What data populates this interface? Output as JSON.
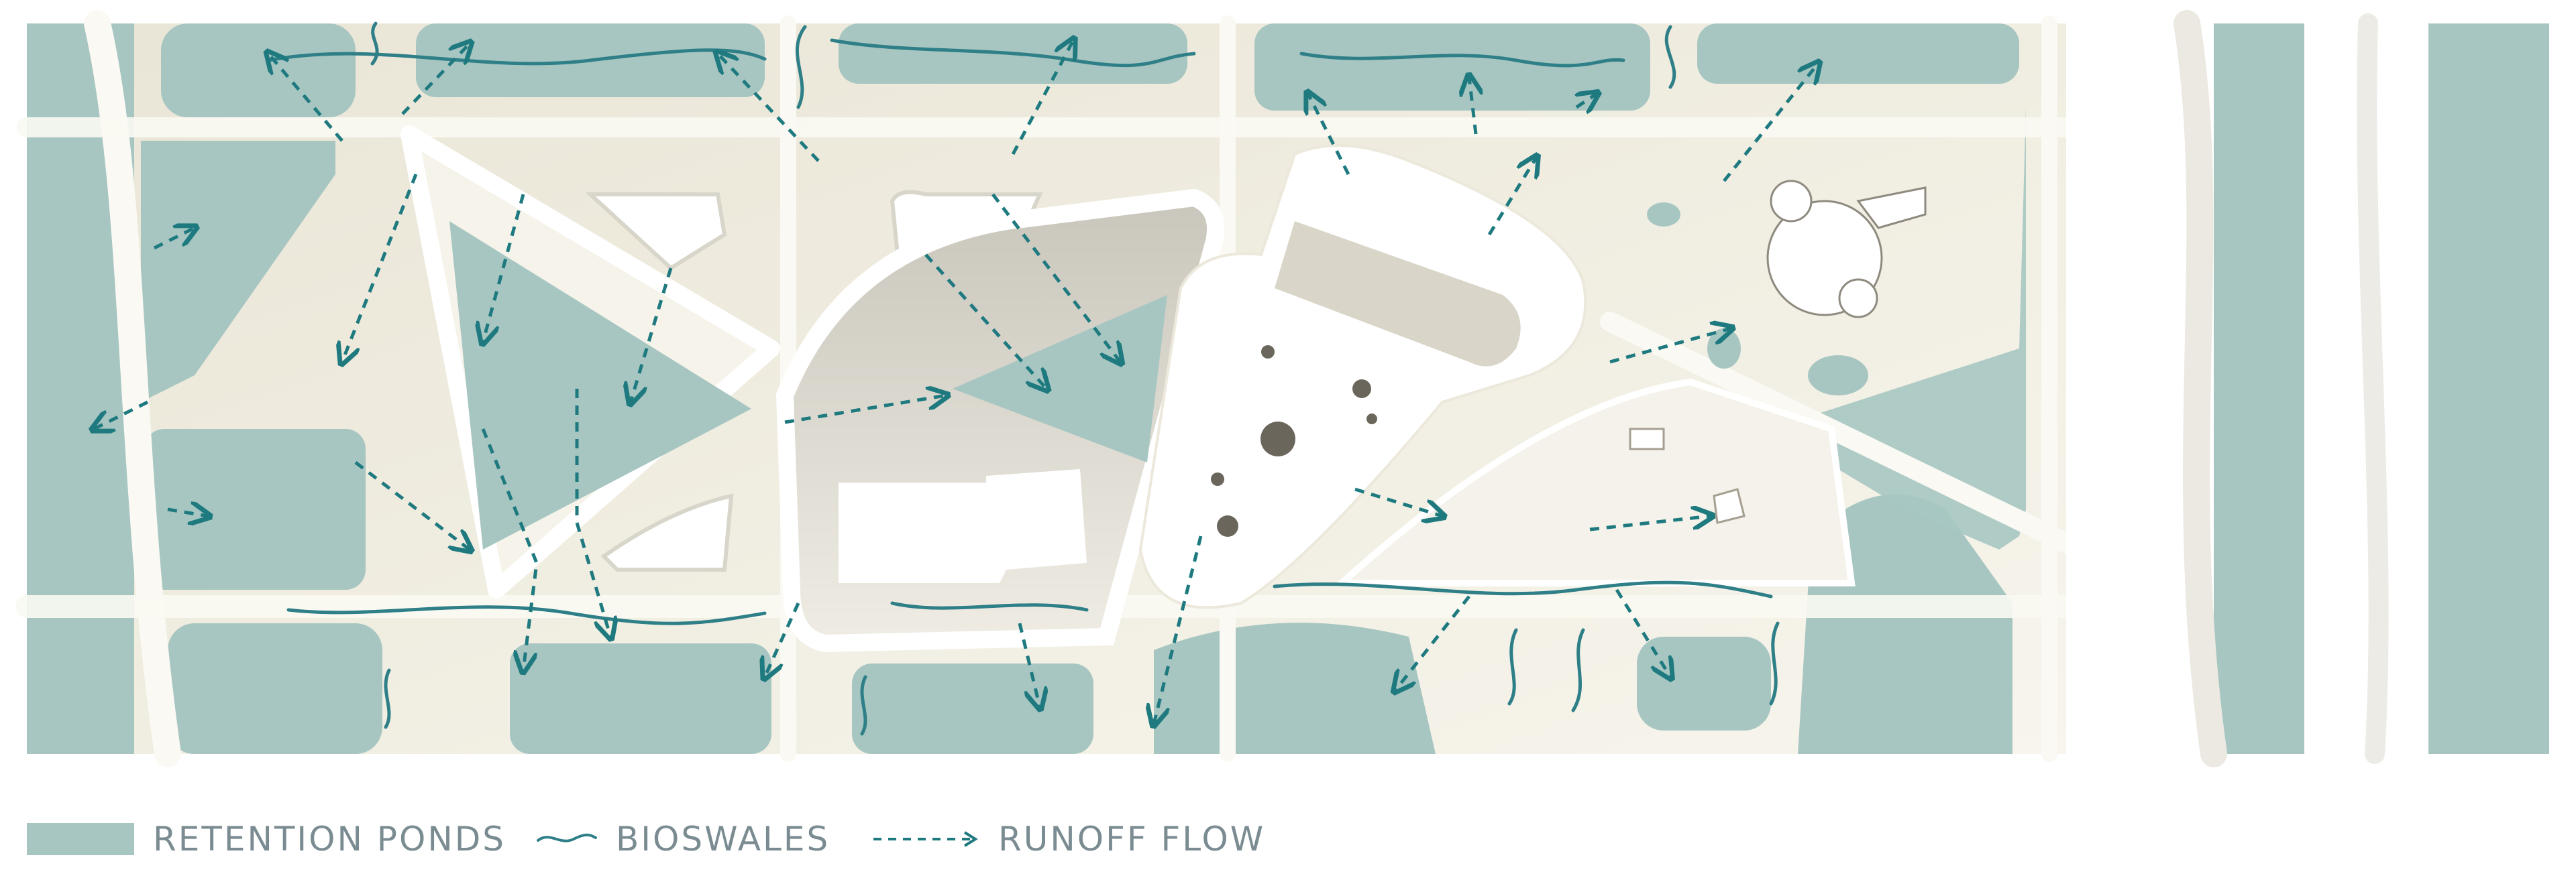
{
  "legend": {
    "retention_label": "RETENTION PONDS",
    "bioswale_label": "BIOSWALES",
    "runoff_label": "RUNOFF FLOW"
  },
  "colors": {
    "pond": "#a7c6c2",
    "bioswale": "#2e7f87",
    "runoff": "#1f7a80",
    "ground": "#f1eee2",
    "road": "#faf9f3",
    "building": "#ffffff",
    "legend_text": "#7a8c91"
  },
  "icons": {
    "bioswale": "wavy-line-icon",
    "runoff": "dashed-arrow-icon",
    "retention": "teal-rectangle-icon"
  }
}
